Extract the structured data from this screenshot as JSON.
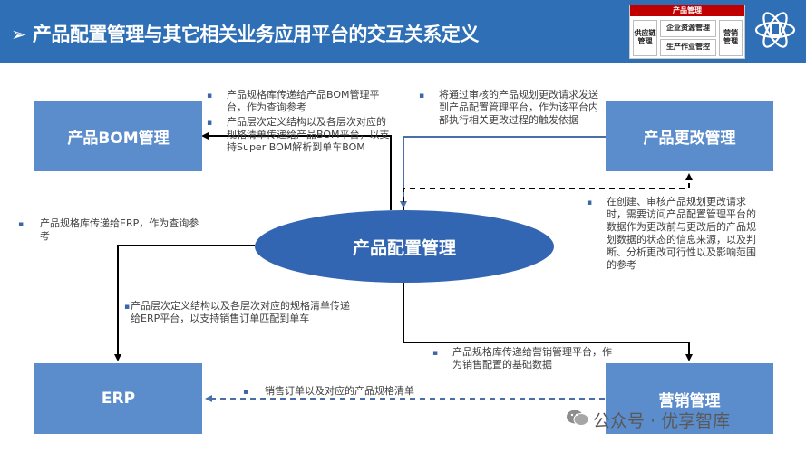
{
  "header": {
    "title": "➢ 产品配置管理与其它相关业务应用平台的交互关系定义"
  },
  "mini_diagram": {
    "top": "产品管理",
    "left": "供应链\n管理",
    "center_top": "企业资源管理",
    "center_bottom": "生产作业管控",
    "right": "营销\n管理"
  },
  "nodes": {
    "bom": "产品BOM管理",
    "change": "产品更改管理",
    "center": "产品配置管理",
    "erp": "ERP",
    "sales": "营销管理"
  },
  "notes": {
    "bom_1": "产品规格库传递给产品BOM管理平台，作为查询参考",
    "bom_2": "产品层次定义结构以及各层次对应的规格清单传递给产品BOM平台，以支持Super BOM解析到单车BOM",
    "change_1": "将通过审核的产品规划更改请求发送到产品配置管理平台，作为该平台内部执行相关更改过程的触发依据",
    "change_2": "在创建、审核产品规划更改请求时，需要访问产品配置管理平台的数据作为更改前与更改后的产品规划数据的状态的信息来源，以及判断、分析更改可行性以及影响范围的参考",
    "erp_1": "产品规格库传递给ERP，作为查询参考",
    "erp_2": "产品层次定义结构以及各层次对应的规格清单传递给ERP平台，以支持销售订单匹配到单车",
    "sales_1": "产品规格库传递给营销管理平台，作为销售配置的基础数据",
    "sales_2": "销售订单以及对应的产品规格清单"
  },
  "watermark": "公众号 · 优享智库",
  "colors": {
    "header_bg": "#2e6fb5",
    "box": "#5b8ccc",
    "ellipse": "#3366b2",
    "arrow": "#000000",
    "arrow_blue": "#4a6fa8"
  }
}
